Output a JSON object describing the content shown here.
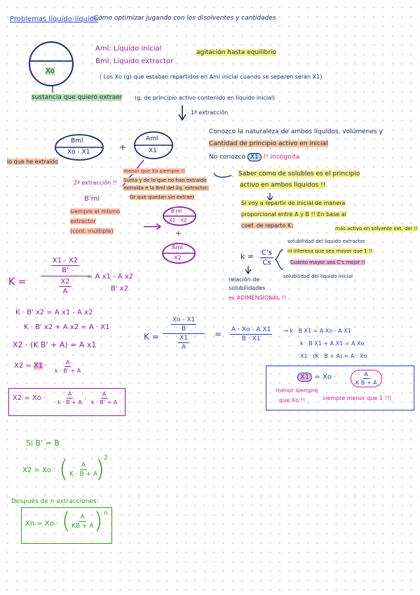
{
  "header": {
    "title": "Problemas líquido-líquido",
    "subtitle": ": Cómo optimizar jugando con los disolventes y cantidades"
  },
  "diagram1": {
    "circle_label": "Xo",
    "aml": "Aml: Líquido inicial",
    "bml": "Bml: Líquido extractor",
    "agitation": "agitación hasta equilibrio",
    "note": "( Los Xo (g) que estaban repartidos en Aml inicial cuando se separen serán X1)",
    "substance": "sustancia que quiero extraer",
    "substance_note": "(g. de principio activo contenido en líquido inicial)",
    "arrow_label": "1ª extracción"
  },
  "extraction": {
    "left_top": "Bml",
    "left_bottom": "Xo - X1",
    "left_label": "lo que he extraído",
    "plus": "+",
    "right_top": "Aml",
    "right_bottom": "X1",
    "second_label": "2ª extracción !!",
    "b_prime": "B'ml",
    "same_extr_1": "siempre el mismo",
    "same_extr_2": "extractor",
    "cont_multiple": "(cont. múltiple)",
    "small_top": "B'ml",
    "small_bottom": "X1 - X2",
    "plus2": "+",
    "aml2_top": "Aml",
    "aml2_bottom": "X2",
    "note_menor": "menor que Xo siempre !!",
    "note_suma_1": "Suma y de lo que no han extraído",
    "note_suma_2": "extraída e la Bml del líq. extractor:",
    "note_quedan": "Gr que quedan sin extraer"
  },
  "knowledge": {
    "line1": "Conozco la naturaleza de ambos líquidos, volúmenes y",
    "line2": "Cantidad de principio activo en inicial",
    "line3_pre": "No conozco",
    "line3_x": "X1",
    "line3_post": "!! incógnita",
    "line4_pre": "Saber como de solubles es el principio",
    "line5": "activo en ambos líquidos !!",
    "line6": "Si voy a repartir de inicial de manera",
    "line7": "proporcional entre A y B !! En base al",
    "line8": "coef. de reparto K:",
    "k_label": "k =",
    "k_num": "C's",
    "k_den": "Cs",
    "sol_extr_1": "solubilidad del líquido extractor",
    "sol_extr_2": "más activo en solvente ext. del !!",
    "increase": "ni interesa que sea mayor que 1 !!",
    "cuanto": "Cuánto mayor sea C's mejor !!",
    "sol_inicial": "solubilidad del líquido inicial",
    "relacion_1": "relación de",
    "relacion_2": "solubilidades",
    "adim": "es ADIMENSIONAL !!"
  },
  "eqs_left": {
    "k": "K =",
    "num_top": "X1 - X2",
    "num_bot": "B'",
    "den_top": "X2",
    "den_bot": "A",
    "eq_rhs": "= A x1 - A x2",
    "eq_rhs_den": "B' x2",
    "l1": "K · B' x2 = A x1 - A x2",
    "l2": "K · B' x2 + A x2 = A · X1",
    "l3": "X2 · (K B' + A) = A x1",
    "l4_pre": "X2 =",
    "l4_x": "X1",
    "l4_dot": "·",
    "l4_num": "A",
    "l4_den": "k · B' + A",
    "boxed_pre": "X2 = Xo ·",
    "b_num1": "A",
    "b_den1": "k · B + A",
    "b_dot": "·",
    "b_num2": "A",
    "b_den2": "k · B' + A"
  },
  "eqs_mid": {
    "k": "K =",
    "num_top": "Xo - X1",
    "num_bot": "B",
    "den_top": "X1",
    "den_bot": "A",
    "eq": "=",
    "rhs_num": "A · Xo - A X1",
    "rhs_den": "B · X1",
    "r1": "→ k · B X1 = A Xo - A X1",
    "r2": "k · B X1 + A X1 = A Xo",
    "r3": "X1 · (K · B + A) = A · Xo",
    "boxed_x": "X1",
    "boxed_eq": "= Xo ·",
    "boxed_num": "A",
    "boxed_den": "K B + A",
    "menor_1": "menor siempre",
    "menor_2": "que Xo !!",
    "menor_3": "siempre menor que 1 !!)"
  },
  "bottom": {
    "si": "Si B' = B",
    "f_pre": "X2 = Xo ·",
    "f_num": "A",
    "f_den": "K · B + A",
    "f_exp": "2",
    "despues": "Después de n extracciones:",
    "n_pre": "Xn = Xo ·",
    "n_num": "A",
    "n_den": "KB + A",
    "n_exp": "n"
  },
  "colors": {
    "ink": "#1b2a6b",
    "purple": "#8a1f9a",
    "green": "#3a9a2a",
    "blue": "#2a3fb8",
    "pink": "#d81b91",
    "highlight_yellow": "#f6f47a",
    "highlight_orange": "#f8c89a",
    "highlight_green": "#b8e3a8",
    "highlight_pink": "#f4b6d6",
    "highlight_blue": "#bfe0f2"
  }
}
